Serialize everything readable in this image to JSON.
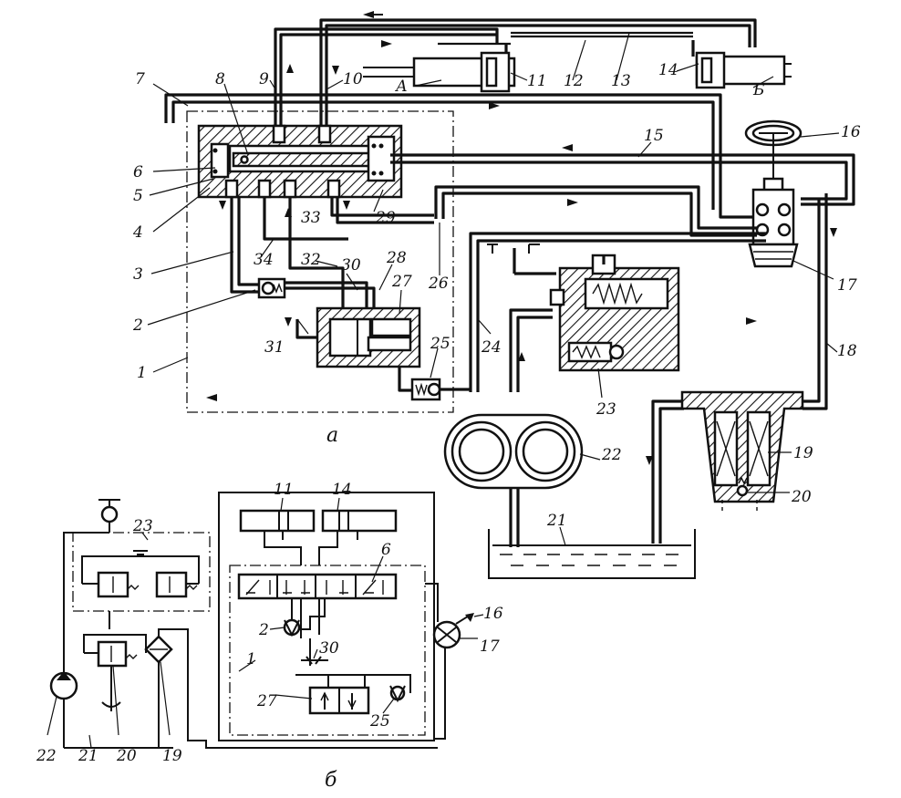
{
  "labels": {
    "n1": "1",
    "n2": "2",
    "n3": "3",
    "n4": "4",
    "n5": "5",
    "n6": "6",
    "n7": "7",
    "n8": "8",
    "n9": "9",
    "n10": "10",
    "n11": "11",
    "n12": "12",
    "n13": "13",
    "n14": "14",
    "n15": "15",
    "n16": "16",
    "n17": "17",
    "n18": "18",
    "n19": "19",
    "n20": "20",
    "n21": "21",
    "n22": "22",
    "n23": "23",
    "n24": "24",
    "n25": "25",
    "n26": "26",
    "n27": "27",
    "n28": "28",
    "n29": "29",
    "n30": "30",
    "n31": "31",
    "n32": "32",
    "n33": "33",
    "n34": "34",
    "cylA": "А",
    "cylB": "Б",
    "s2": "2",
    "s6": "6",
    "s11": "11",
    "s14": "14",
    "s16": "16",
    "s17": "17",
    "s19": "19",
    "s20": "20",
    "s21": "21",
    "s22": "22",
    "s23": "23",
    "s25": "25",
    "s27": "27",
    "s30": "30",
    "s1": "1"
  },
  "subfig": {
    "a": "а",
    "b": "б"
  }
}
